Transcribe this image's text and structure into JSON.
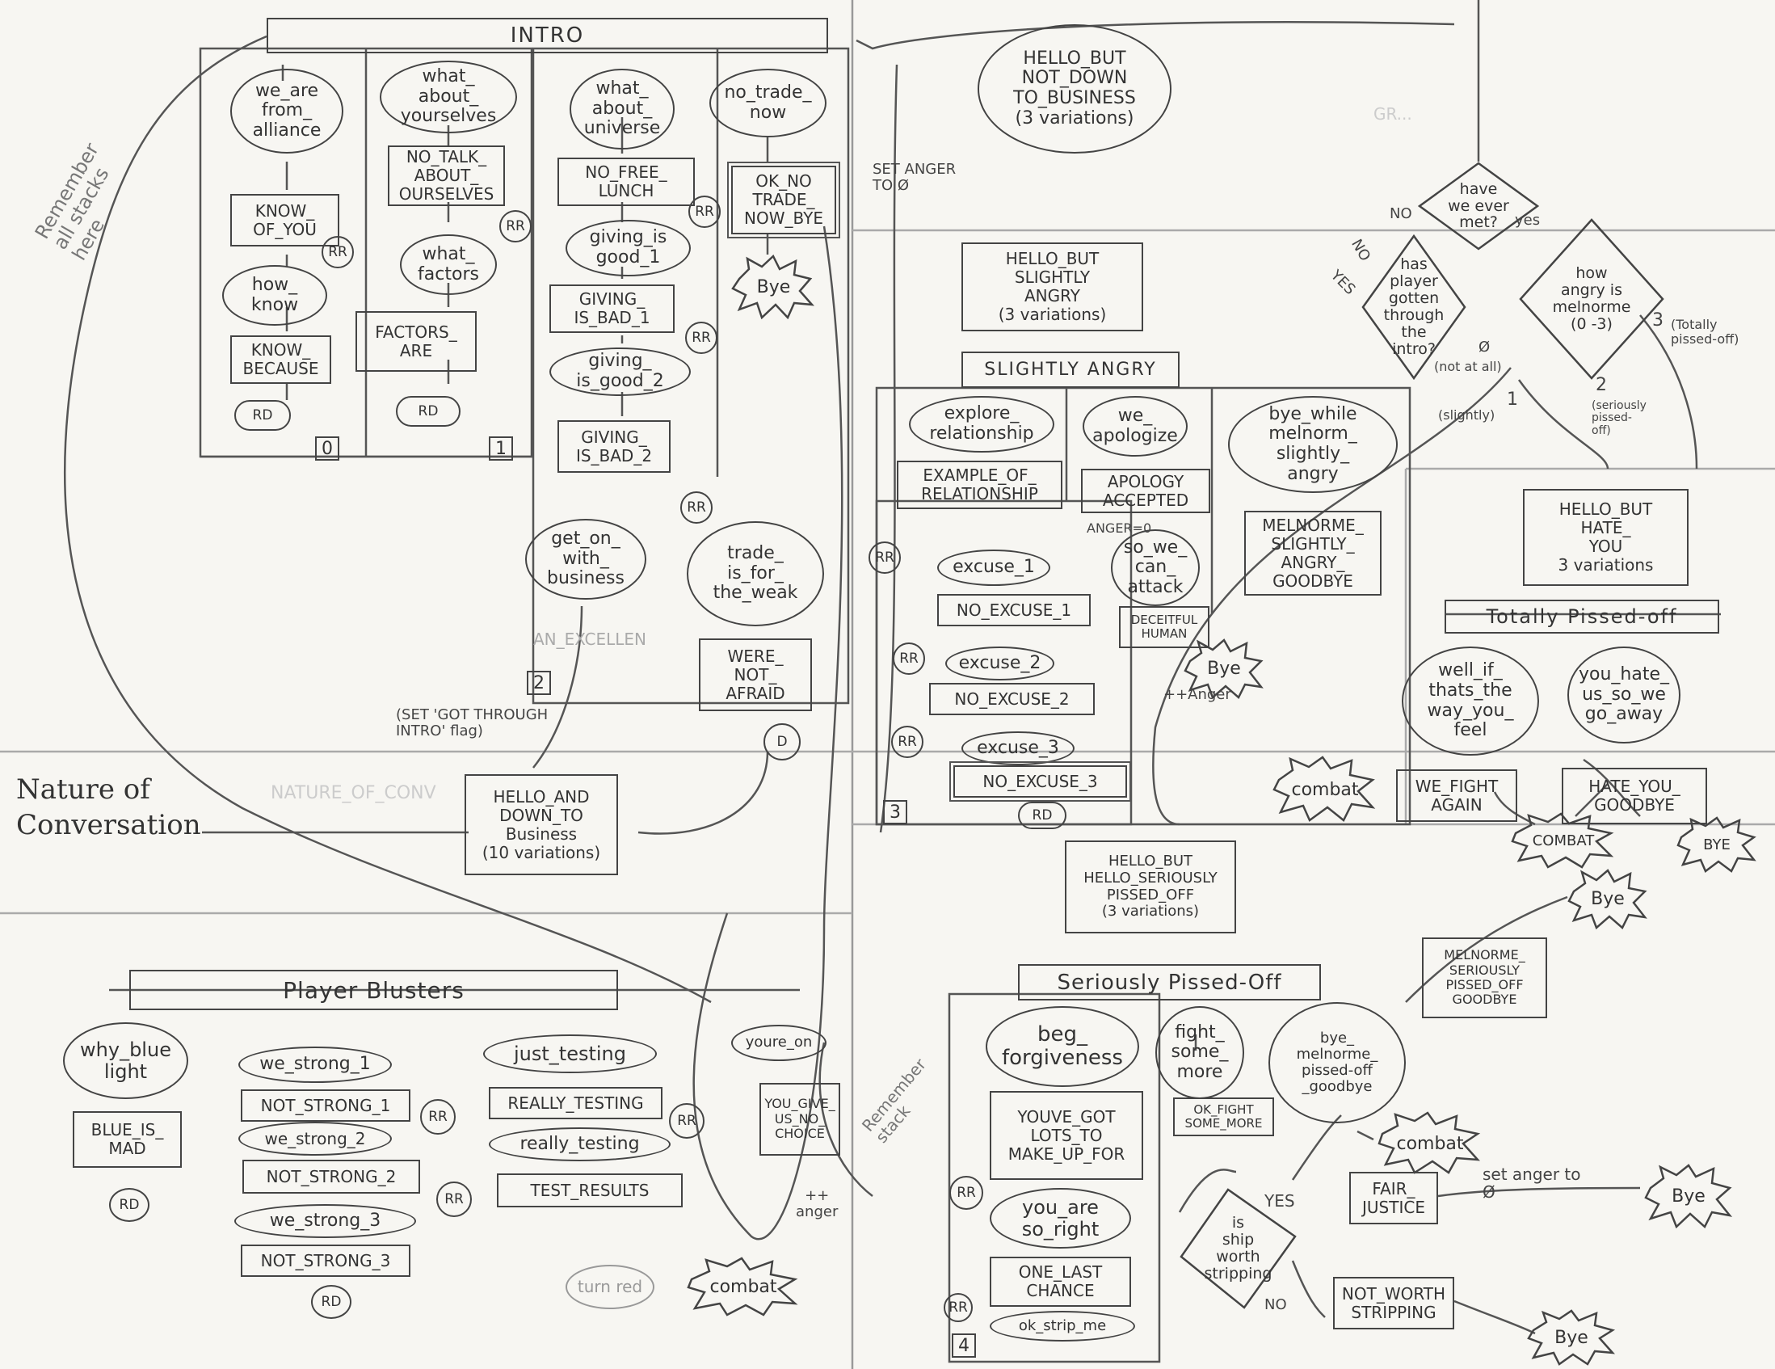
{
  "intro": {
    "header": "INTRO",
    "col0": [
      "we_are\nfrom_\nalliance",
      "KNOW_\nOF_YOU",
      "how_\nknow",
      "KNOW_\nBECAUSE",
      "RD",
      "0"
    ],
    "col1": [
      "what_\nabout_\nyourselves",
      "NO_TALK_\nABOUT_\nOURSELVES",
      "what_\nfactors",
      "FACTORS_\nARE",
      "RD",
      "1"
    ],
    "col2": [
      "what_\nabout_\nuniverse",
      "NO_FREE_\nLUNCH",
      "giving_is\ngood_1",
      "GIVING_\nIS_BAD_1",
      "giving_\nis_good_2",
      "GIVING_\nIS_BAD_2",
      "get_on_\nwith_\nbusiness",
      "trade_\nis_for_\nthe_weak",
      "AN_EXCELLEN",
      "WERE_\nNOT_\nAFRAID",
      "D",
      "2"
    ],
    "col3": [
      "no_trade_\nnow",
      "OK_NO\nTRADE_\nNOW_BYE",
      "Bye"
    ],
    "rr": "RR",
    "remember": "Remember\nall stacks\nhere",
    "set_flag": "(SET 'GOT THROUGH\nINTRO' flag)"
  },
  "hello_down": "HELLO_AND\nDOWN_TO\nBusiness\n(10 variations)",
  "nature": "Nature of\nConversation",
  "nature_faint": "NATURE_OF_CONV",
  "hello_not_down": "HELLO_BUT\nNOT_DOWN\nTO_BUSINESS\n(3 variations)",
  "set_anger": "SET ANGER\nTO Ø",
  "top_logic": {
    "faint": "GR...",
    "met": "have\nwe ever\nmet?",
    "through": "has\nplayer\ngotten\nthrough\nthe\nintro?",
    "angry": "how\nangry is\nmelnorme\n(0 -3)",
    "no": "NO",
    "yes": "yes",
    "no2": "NO",
    "yes2": "YES",
    "zero": "Ø",
    "not_at_all": "(not at all)",
    "slightly": "(slightly)",
    "one": "1",
    "two": "2",
    "seriously": "(seriously\npissed-\noff)",
    "three": "3",
    "totally": "(Totally\npissed-off)"
  },
  "slightly": {
    "hello": "HELLO_BUT\nSLIGHTLY\nANGRY\n(3 variations)",
    "header": "SLIGHTLY ANGRY",
    "nodes": [
      "explore_\nrelationship",
      "EXAMPLE_OF_\nRELATIONSHIP",
      "excuse_1",
      "NO_EXCUSE_1",
      "excuse_2",
      "NO_EXCUSE_2",
      "excuse_3",
      "NO_EXCUSE_3",
      "RD",
      "3"
    ],
    "apol": [
      "we_\napologize",
      "APOLOGY\nACCEPTED",
      "ANGER=0",
      "so_we_\ncan_\nattack",
      "DECEITFUL\nHUMAN",
      "Bye",
      "++Anger",
      "combat"
    ],
    "bye": [
      "bye_while\nmelnorm_\nslightly_\nangry",
      "MELNORME_\nSLIGHTLY_\nANGRY_\nGOODBYE"
    ]
  },
  "totally": {
    "hello": "HELLO_BUT\nHATE_\nYOU\n3 variations",
    "header": "Totally Pissed-off",
    "nodes": [
      "well_if_\nthats_the\nway_you_\nfeel",
      "you_hate_\nus_so_we\ngo_away",
      "WE_FIGHT\nAGAIN",
      "HATE_YOU_\nGOODBYE",
      "COMBAT",
      "BYE"
    ]
  },
  "seriously": {
    "hello": "HELLO_BUT\nHELLO_SERIOUSLY\nPISSED_OFF\n(3 variations)",
    "header": "Seriously Pissed-Off",
    "nodes": [
      "beg_\nforgiveness",
      "YOUVE_GOT\nLOTS_TO\nMAKE_UP_FOR",
      "you_are\nso_right",
      "ONE_LAST\nCHANCE",
      "ok_strip_me",
      "4"
    ],
    "fight": [
      "fight_\nsome_\nmore",
      "OK_FIGHT\nSOME_MORE",
      "combat"
    ],
    "bye": [
      "bye_\nmelnorme_\npissed-off\n_goodbye",
      "MELNORME_\nSERIOUSLY\nPISSED_OFF\nGOODBYE",
      "Bye"
    ],
    "remember": "Remember\nstack",
    "strip": "is\nship\nworth\nstripping",
    "yes": "YES",
    "no": "NO",
    "fair": "FAIR_\nJUSTICE",
    "set_anger": "set anger to\nØ",
    "bye2": "Bye",
    "not_worth": "NOT_WORTH\nSTRIPPING",
    "bye3": "Bye"
  },
  "blusters": {
    "header": "Player Blusters",
    "c0": [
      "why_blue\nlight",
      "BLUE_IS_\nMAD",
      "RD"
    ],
    "c1": [
      "we_strong_1",
      "NOT_STRONG_1",
      "we_strong_2",
      "NOT_STRONG_2",
      "we_strong_3",
      "NOT_STRONG_3",
      "RD"
    ],
    "c2": [
      "just_testing",
      "REALLY_TESTING",
      "really_testing",
      "TEST_RESULTS",
      "turn red"
    ],
    "c3": [
      "youre_on",
      "YOU_GIVE_\nUS_NO_\nCHOICE",
      "++\nanger",
      "combat"
    ]
  }
}
